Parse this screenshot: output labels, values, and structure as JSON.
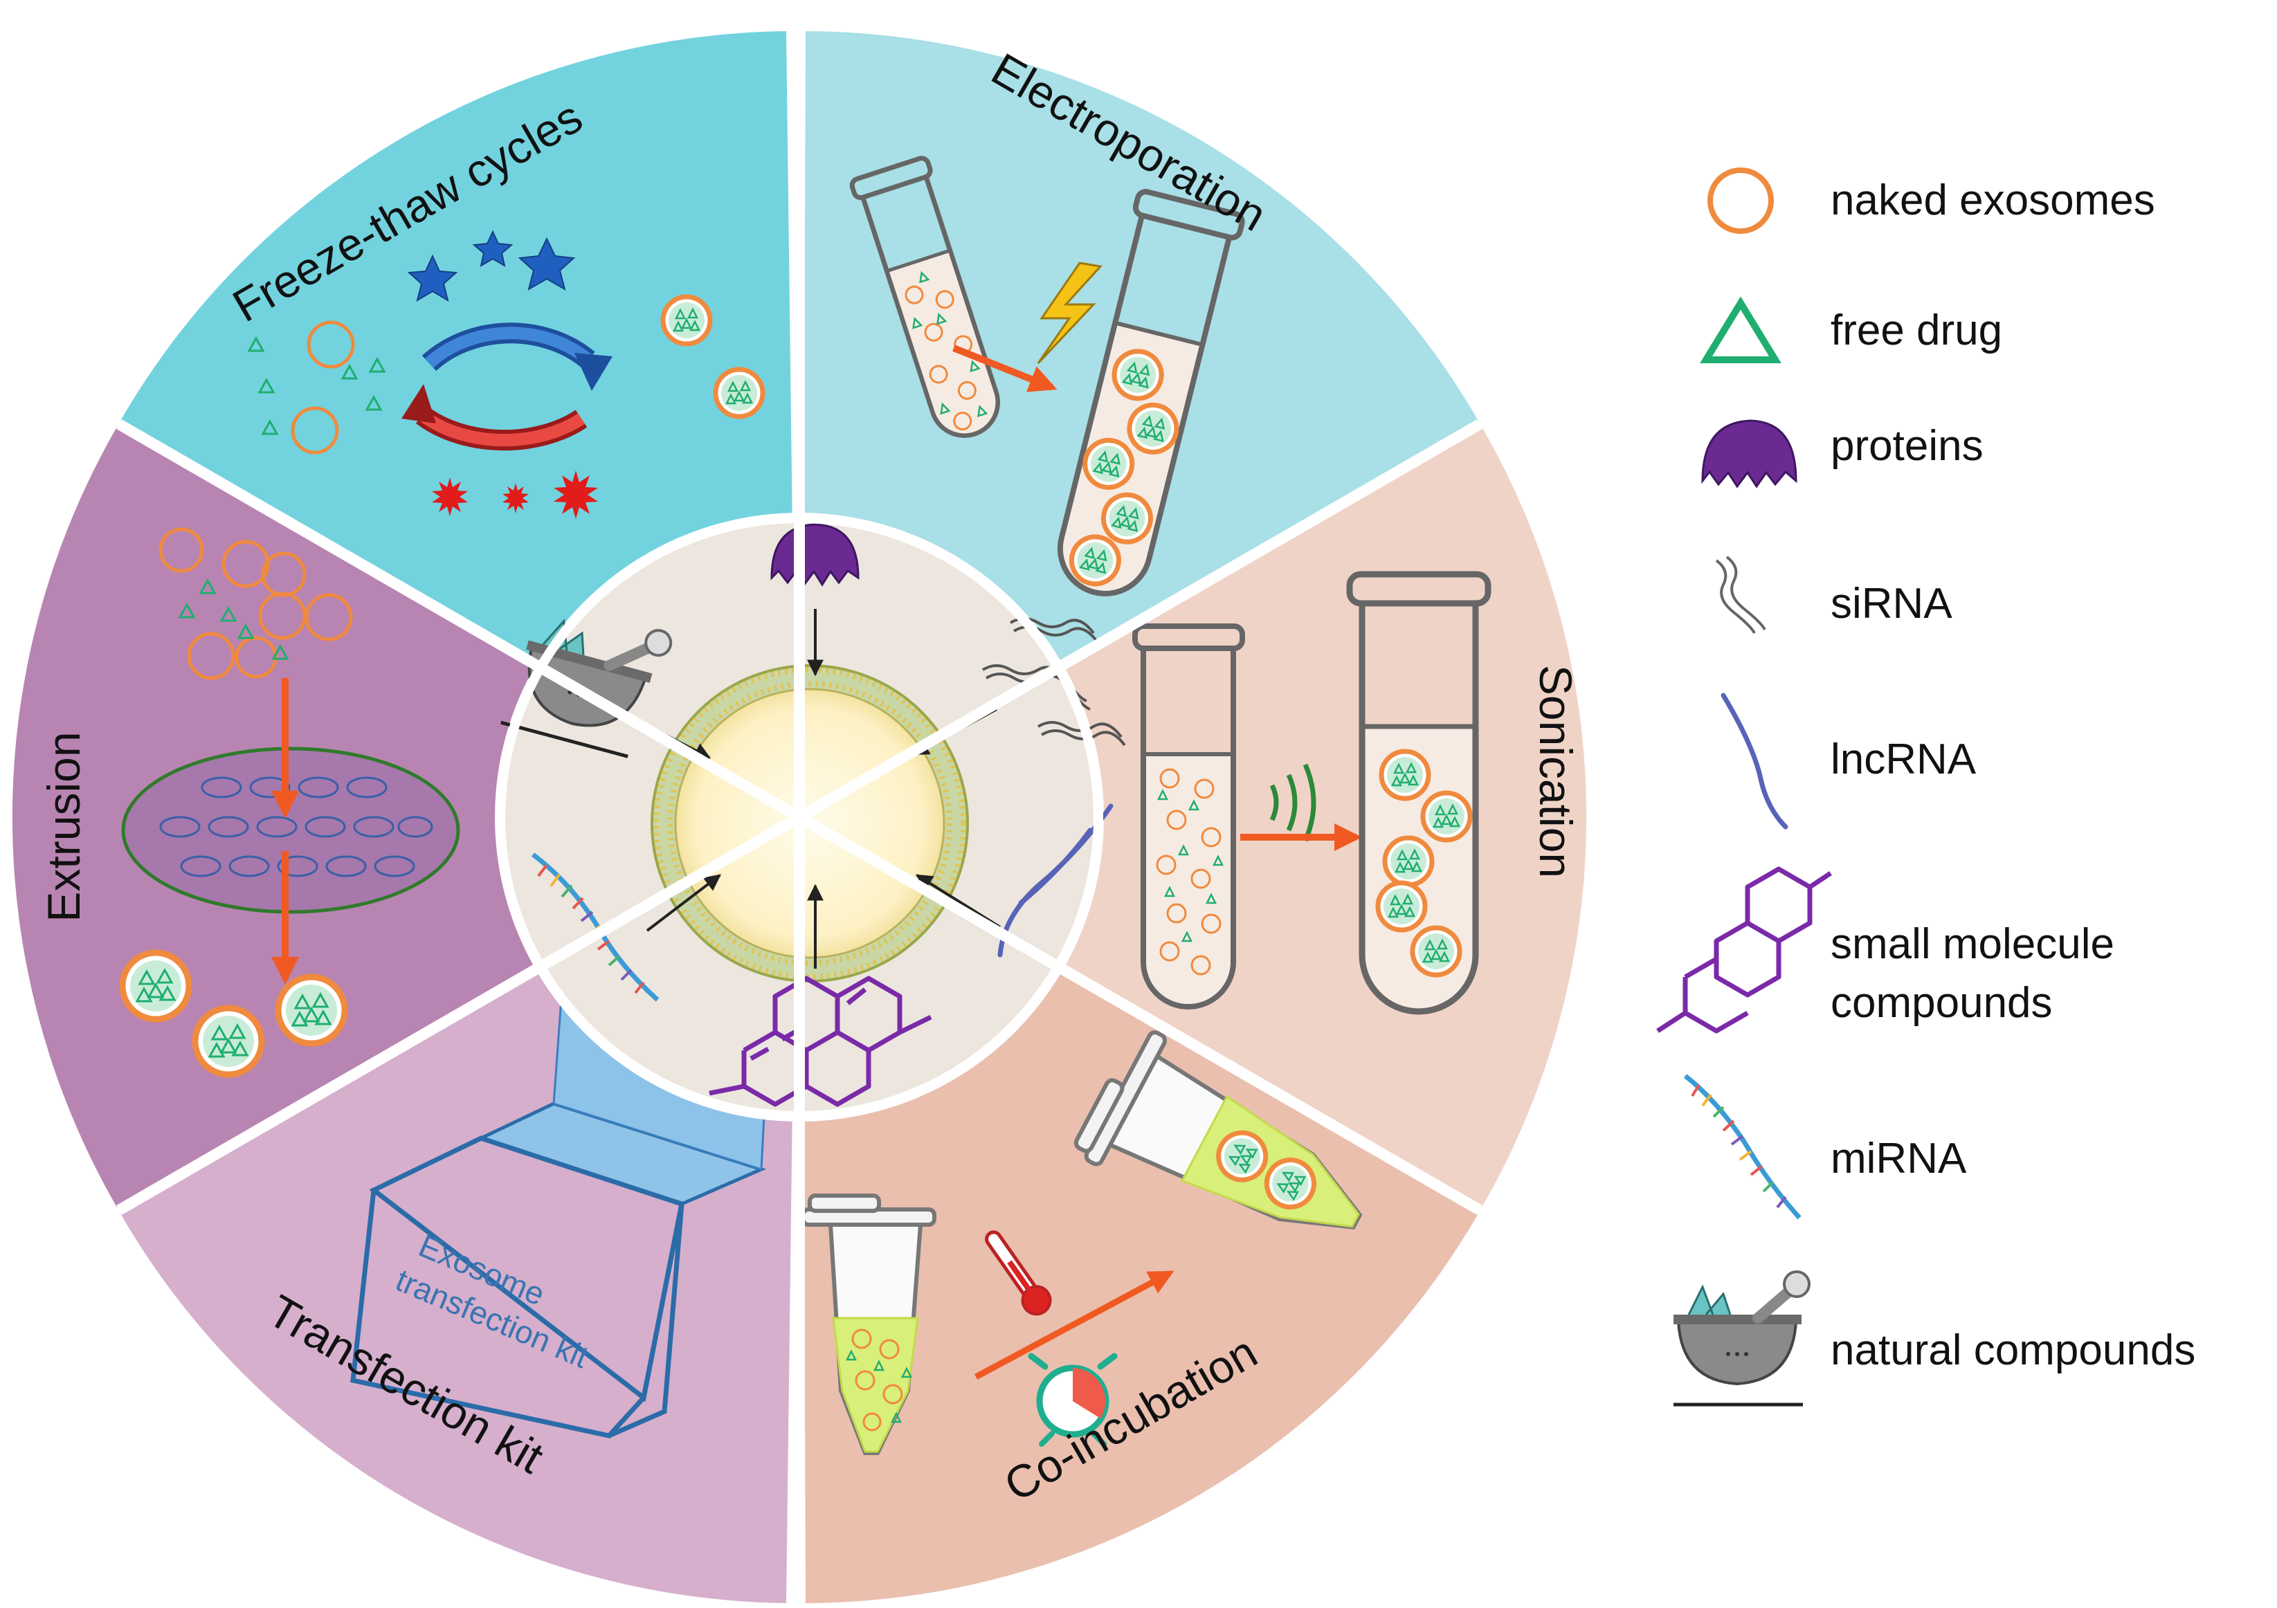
{
  "sectors": {
    "freeze_thaw": {
      "label": "Freeze-thaw cycles"
    },
    "electroporation": {
      "label": "Electroporation"
    },
    "sonication": {
      "label": "Sonication"
    },
    "co_incubation": {
      "label": "Co-incubation"
    },
    "transfection_kit": {
      "label": "Transfection kit"
    },
    "extrusion": {
      "label": "Extrusion"
    }
  },
  "kit_box": {
    "line1": "Exosome",
    "line2": "transfection kit"
  },
  "legend": {
    "items": [
      {
        "label": "naked exosomes",
        "icon": "circle-outline-icon"
      },
      {
        "label": "free drug",
        "icon": "triangle-outline-icon"
      },
      {
        "label": "proteins",
        "icon": "protein-icon"
      },
      {
        "label": "siRNA",
        "icon": "sirna-icon"
      },
      {
        "label": "lncRNA",
        "icon": "lncrna-icon"
      },
      {
        "label": "small molecule",
        "label2": "compounds",
        "icon": "molecule-icon"
      },
      {
        "label": "miRNA",
        "icon": "mirna-icon"
      },
      {
        "label": "natural compounds",
        "icon": "mortar-icon"
      }
    ]
  },
  "colors": {
    "freeze_thaw": "#72d3df",
    "electroporation": "#a9dfe6",
    "sonication": "#f0d3c7",
    "co_incubation": "#eabfae",
    "transfection_kit": "#d6afcd",
    "extrusion": "#b885b2",
    "center": "#ece6df",
    "exosome": "#f08a3e",
    "drug": "#1fae6f",
    "arrow": "#f05a22"
  }
}
